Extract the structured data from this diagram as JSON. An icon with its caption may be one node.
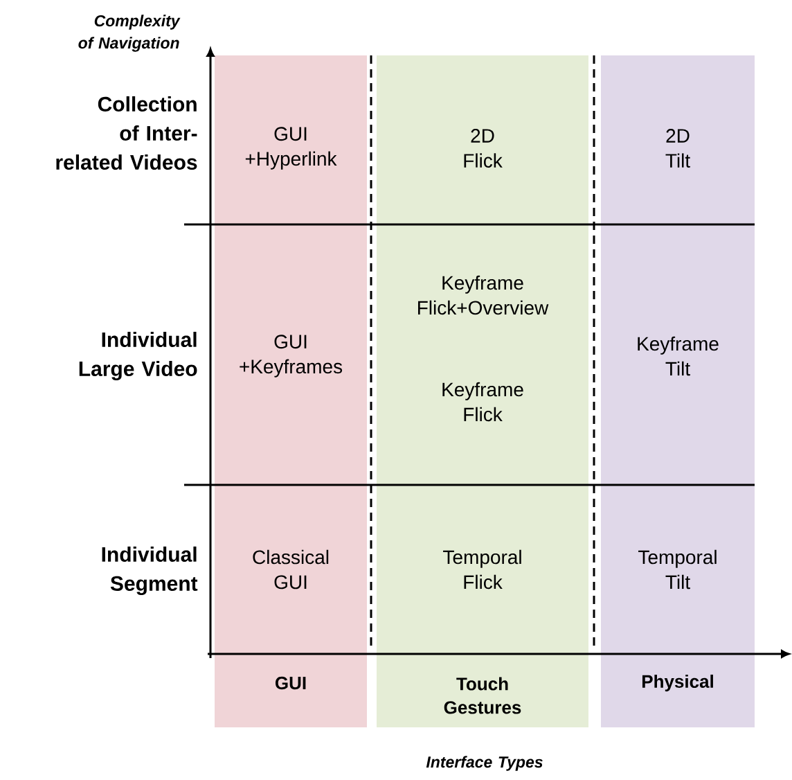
{
  "diagram": {
    "nodes": [
      {
        "text": [
          "GUI +Hyperlink",
          "GUI +Keyframes",
          "Classical GUI",
          "GUI"
        ]
      },
      {
        "text": [
          "2D Flick",
          "Keyframe Flick+Overview",
          "Keyframe Flick",
          "Temporal Flick",
          "Touch Gestures"
        ]
      },
      {
        "text": [
          "2D Tilt",
          "Keyframe Tilt",
          "Temporal Tilt",
          "Physical"
        ]
      }
    ],
    "labels": [
      "Complexity of Navigation",
      "Collection of Inter-related Videos",
      "Individual Large Video",
      "Individual Segment",
      "Interface Types"
    ]
  }
}
